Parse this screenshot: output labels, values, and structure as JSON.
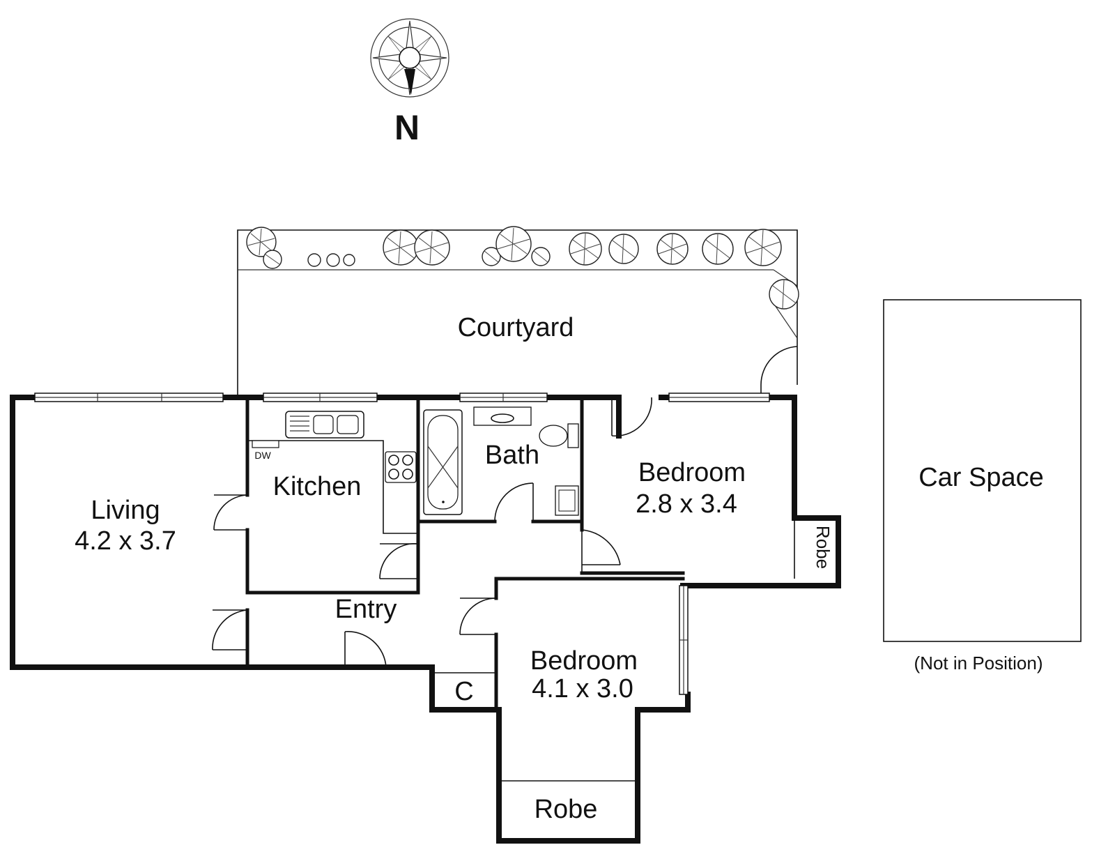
{
  "compass": {
    "label": "N"
  },
  "rooms": {
    "courtyard": {
      "name": "Courtyard"
    },
    "living": {
      "name": "Living",
      "dims": "4.2 x 3.7"
    },
    "kitchen": {
      "name": "Kitchen",
      "appliance": "DW"
    },
    "bath": {
      "name": "Bath"
    },
    "bedroom1": {
      "name": "Bedroom",
      "dims": "2.8 x 3.4",
      "robe": "Robe"
    },
    "bedroom2": {
      "name": "Bedroom",
      "dims": "4.1 x 3.0",
      "robe": "Robe"
    },
    "entry": {
      "name": "Entry"
    },
    "cupboard": {
      "name": "C"
    }
  },
  "car_space": {
    "name": "Car Space",
    "note": "(Not in Position)"
  }
}
